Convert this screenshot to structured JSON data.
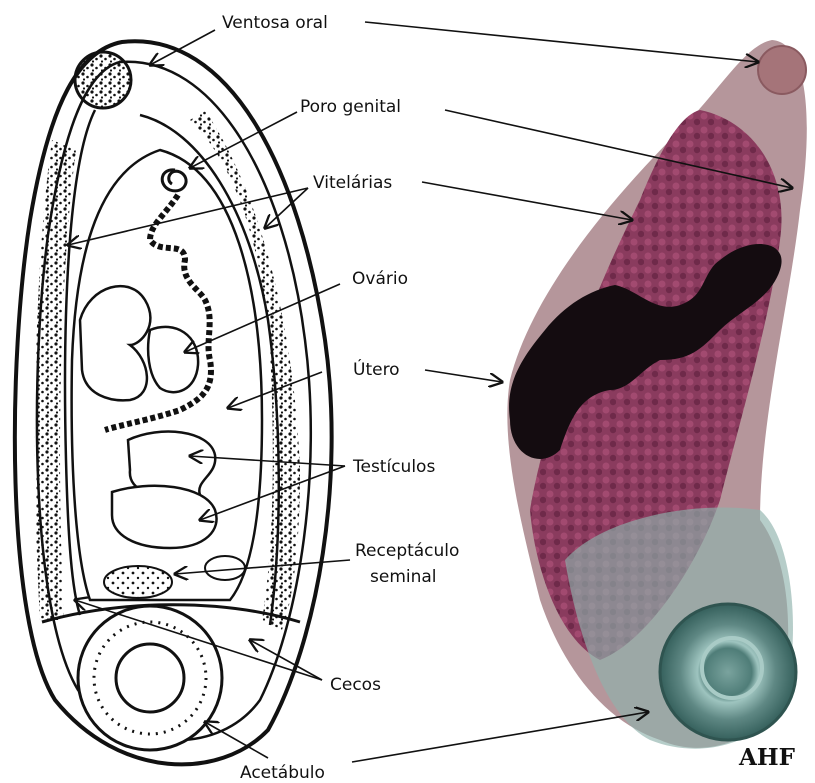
{
  "labels": {
    "ventosa_oral": "Ventosa oral",
    "poro_genital": "Poro genital",
    "vitelarias": "Vitelárias",
    "ovario": "Ovário",
    "utero": "Útero",
    "testiculos": "Testículos",
    "receptaculo_line1": "Receptáculo",
    "receptaculo_line2": "seminal",
    "cecos": "Cecos",
    "acetabulo": "Acetábulo"
  },
  "watermark": "AHF",
  "colors": {
    "ink": "#111111",
    "specimen_body": "#b08a8e",
    "specimen_vitellaria": "#7e3152",
    "specimen_uterus": "#1a1014",
    "specimen_posterior": "#8fb2ac",
    "acetabulum_ring": "#3e6a66"
  }
}
